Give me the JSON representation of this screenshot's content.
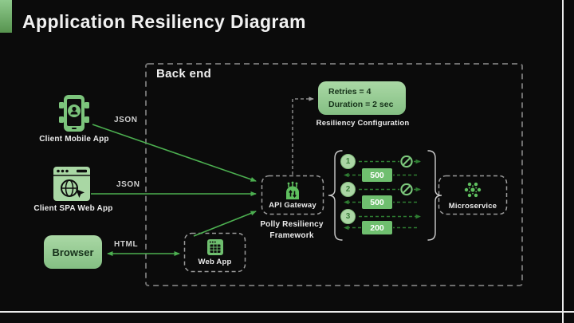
{
  "title": "Application Resiliency Diagram",
  "backend_label": "Back end",
  "nodes": {
    "client_mobile": {
      "label": "Client Mobile App",
      "icon": "mobile-app-icon"
    },
    "client_spa": {
      "label": "Client SPA Web App",
      "icon": "spa-web-icon"
    },
    "browser": {
      "label": "Browser"
    },
    "web_app": {
      "label": "Web App",
      "icon": "web-app-icon"
    },
    "api_gateway": {
      "label": "API Gateway",
      "icon": "api-gateway-icon"
    },
    "polly": {
      "label": "Polly Resiliency Framework"
    },
    "microservice": {
      "label": "Microservice",
      "icon": "microservice-icon"
    }
  },
  "wires": {
    "mobile_to_gateway": "JSON",
    "spa_to_gateway": "JSON",
    "browser_to_webapp": "HTML"
  },
  "config": {
    "line1": "Retries = 4",
    "line2": "Duration = 2 sec",
    "caption": "Resiliency Configuration"
  },
  "retries": {
    "attempts": [
      {
        "number": "1",
        "blocked": true,
        "response": "500"
      },
      {
        "number": "2",
        "blocked": true,
        "response": "500"
      },
      {
        "number": "3",
        "blocked": false,
        "response": "200"
      }
    ]
  },
  "colors": {
    "background": "#0b0b0b",
    "accent_green": "#8fca8d",
    "light_green_box": "#aad8a5",
    "medium_green": "#6fbf6f",
    "icon_green": "#5fbf5f",
    "solid_arrow": "#4caf50",
    "dashed_arrow": "#2e7d32",
    "dashed_border": "#8a8a8a",
    "frame_line": "#ececec"
  }
}
